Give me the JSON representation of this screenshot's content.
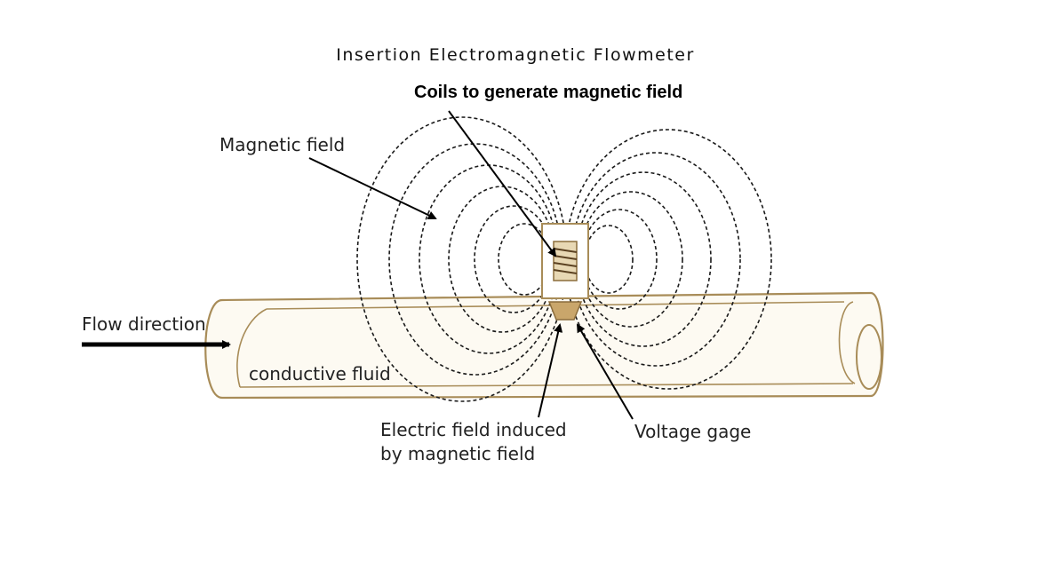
{
  "diagram": {
    "title": "Insertion Electromagnetic Flowmeter",
    "labels": {
      "coils": "Coils to generate magnetic field",
      "magnetic_field": "Magnetic field",
      "flow_direction": "Flow direction",
      "conductive_fluid": "conductive fluid",
      "electric_field_line1": "Electric field induced",
      "electric_field_line2": "by magnetic field",
      "voltage_gage": "Voltage gage"
    },
    "colors": {
      "pipe_outline": "#a88c58",
      "pipe_fill": "#fdfaf2",
      "probe": "#c9a66b",
      "field_lines": "#1a1a1a"
    }
  }
}
